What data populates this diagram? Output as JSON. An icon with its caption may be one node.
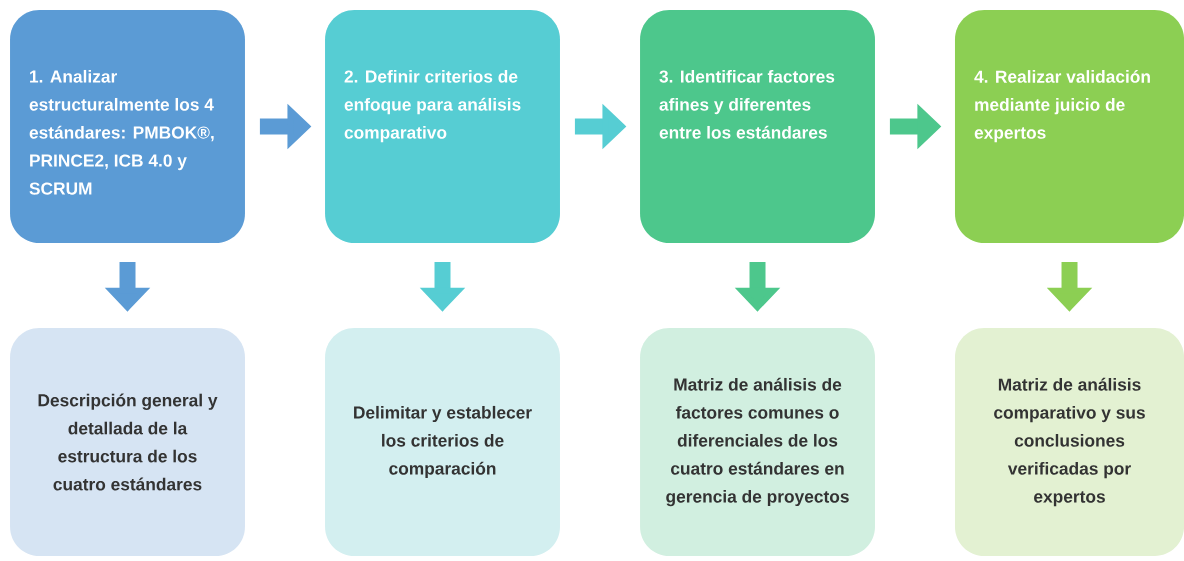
{
  "diagram": {
    "nodes": [
      {
        "text": [
          "1. Analizar estructuralmente los 4 estándares: PMBOK®, PRINCE2, ICB 4.0 y SCRUM"
        ]
      },
      {
        "text": [
          "2. Definir criterios de enfoque para análisis comparativo"
        ]
      },
      {
        "text": [
          "3. Identificar factores afines y diferentes entre los estándares"
        ]
      },
      {
        "text": [
          "4. Realizar validación mediante juicio de expertos"
        ]
      },
      {
        "text": [
          "Descripción general y detallada de la estructura de los cuatro estándares"
        ]
      },
      {
        "text": [
          "Delimitar y establecer los criterios de comparación"
        ]
      },
      {
        "text": [
          "Matriz de análisis de factores comunes o diferenciales de los cuatro estándares en gerencia de proyectos"
        ]
      },
      {
        "text": [
          "Matriz de análisis comparativo y sus conclusiones verificadas por expertos"
        ]
      }
    ],
    "edges": [
      {
        "from": 0,
        "to": 1,
        "arrow": "to",
        "color": "#5b9bd5"
      },
      {
        "from": 1,
        "to": 2,
        "arrow": "to",
        "color": "#56cdd3"
      },
      {
        "from": 2,
        "to": 3,
        "arrow": "to",
        "color": "#4dc78c"
      },
      {
        "from": 0,
        "to": 4,
        "arrow": "to",
        "color": "#5b9bd5"
      },
      {
        "from": 1,
        "to": 5,
        "arrow": "to",
        "color": "#56cdd3"
      },
      {
        "from": 2,
        "to": 6,
        "arrow": "to",
        "color": "#4dc78c"
      },
      {
        "from": 3,
        "to": 7,
        "arrow": "to",
        "color": "#8ccf53"
      }
    ]
  }
}
